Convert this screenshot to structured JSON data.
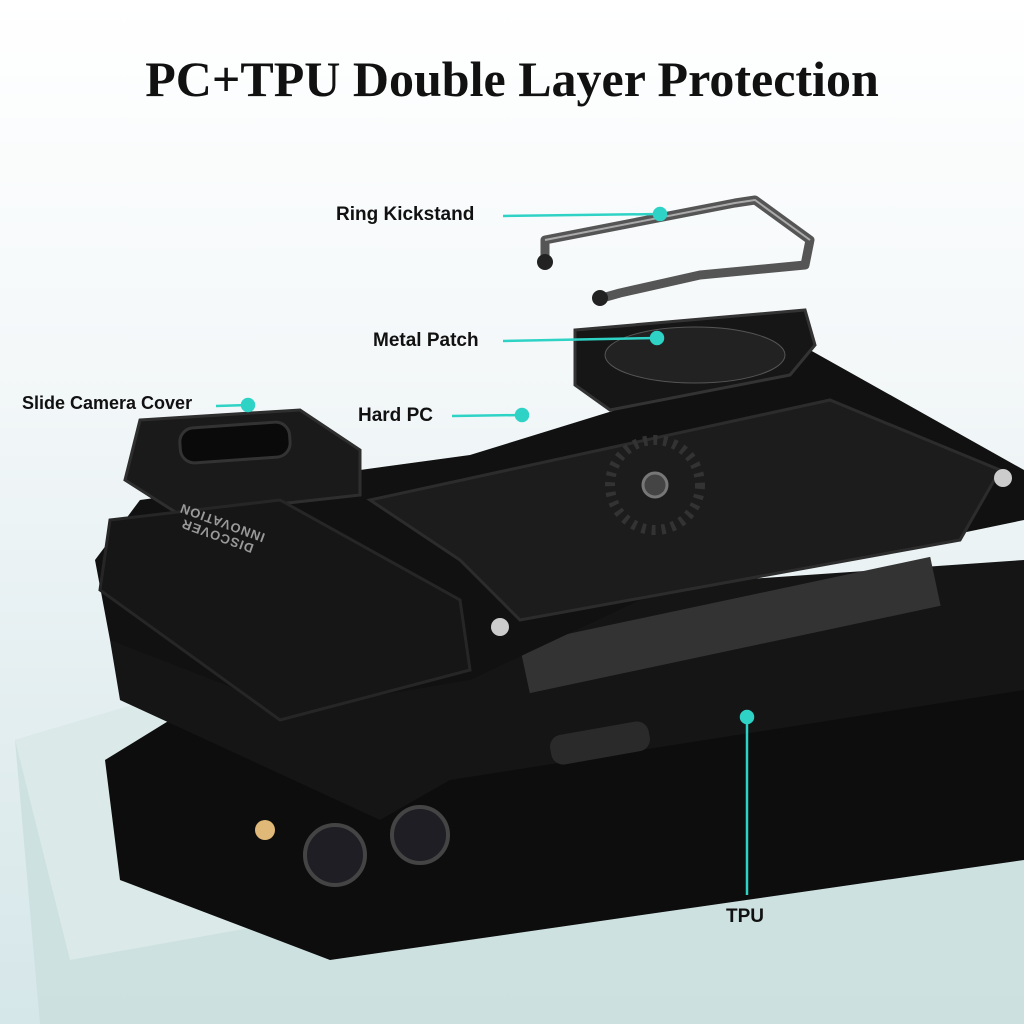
{
  "title": "PC+TPU Double Layer Protection",
  "labels": {
    "ring_kickstand": "Ring Kickstand",
    "metal_patch": "Metal Patch",
    "slide_camera_cover": "Slide Camera Cover",
    "hard_pc": "Hard PC",
    "tpu": "TPU"
  },
  "engraving": {
    "line1": "DISCOVER",
    "line2": "INNOVATION"
  },
  "colors": {
    "callout": "#2ed3c6",
    "case": "#121212",
    "background": "#e3eef0"
  }
}
